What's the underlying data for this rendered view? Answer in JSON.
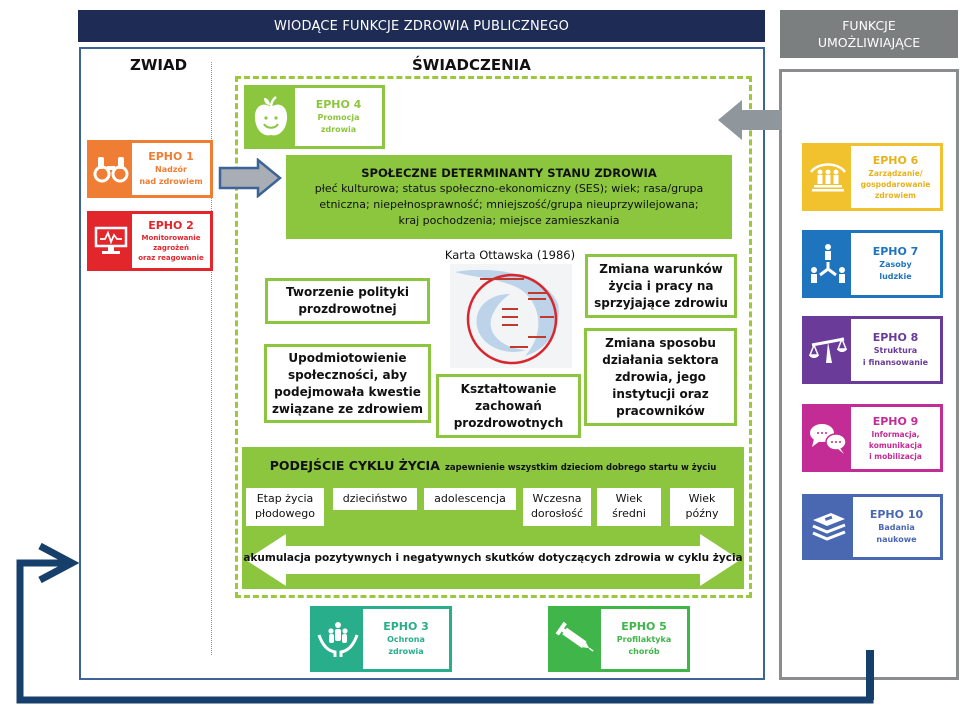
{
  "header": {
    "main_title": "WIODĄCE FUNKCJE ZDROWIA PUBLICZNEGO",
    "side_title_line1": "FUNKCJE",
    "side_title_line2": "UMOŻLIWIAJĄCE"
  },
  "columns": {
    "zwiad": "ZWIAD",
    "swiadczenia": "ŚWIADCZENIA"
  },
  "epho": {
    "e1": {
      "code": "EPHO 1",
      "lines": [
        "Nadzór",
        "nad zdrowiem"
      ],
      "icon": "binoculars-icon",
      "color": "#ef7d33"
    },
    "e2": {
      "code": "EPHO 2",
      "lines": [
        "Monitorowanie",
        "zagrożeń",
        "oraz reagowanie"
      ],
      "icon": "monitor-pulse-icon",
      "color": "#e2262c"
    },
    "e3": {
      "code": "EPHO 3",
      "lines": [
        "Ochrona",
        "zdrowia"
      ],
      "icon": "hands-people-icon",
      "color": "#28ae8a"
    },
    "e4": {
      "code": "EPHO 4",
      "lines": [
        "Promocja",
        "zdrowia"
      ],
      "icon": "smiling-apple-icon",
      "color": "#8cc63f"
    },
    "e5": {
      "code": "EPHO 5",
      "lines": [
        "Profilaktyka",
        "chorób"
      ],
      "icon": "syringe-icon",
      "color": "#3fb54a"
    },
    "e6": {
      "code": "EPHO 6",
      "lines": [
        "Zarządzanie/",
        "gospodarowanie",
        "zdrowiem"
      ],
      "icon": "governance-people-icon",
      "color": "#f2c12e"
    },
    "e7": {
      "code": "EPHO 7",
      "lines": [
        "Zasoby",
        "ludzkie"
      ],
      "icon": "people-network-icon",
      "color": "#1f74be"
    },
    "e8": {
      "code": "EPHO 8",
      "lines": [
        "Struktura",
        "i finansowanie"
      ],
      "icon": "scales-icon",
      "color": "#6a3b98"
    },
    "e9": {
      "code": "EPHO 9",
      "lines": [
        "Informacja,",
        "komunikacja",
        "i mobilizacja"
      ],
      "icon": "speech-bubbles-icon",
      "color": "#c42c95"
    },
    "e10": {
      "code": "EPHO 10",
      "lines": [
        "Badania",
        "naukowe"
      ],
      "icon": "books-stack-icon",
      "color": "#4a67b2"
    }
  },
  "determinants": {
    "title": "SPOŁECZNE DETERMINANTY STANU ZDROWIA",
    "line1": "płeć kulturowa; status społeczno-ekonomiczny (SES); wiek; rasa/grupa",
    "line2": "etniczna; niepełnosprawność; mniejszość/grupa nieuprzywilejowana;",
    "line3": "kraj pochodzenia; miejsce zamieszkania"
  },
  "ottawa": {
    "caption": "Karta Ottawska (1986)",
    "boxes": {
      "policy": [
        "Tworzenie polityki",
        "prozdrowotnej"
      ],
      "empower": [
        "Upodmiotowienie",
        "społeczności, aby",
        "podejmowała kwestie",
        "związane ze zdrowiem"
      ],
      "behaviour": [
        "Kształtowanie",
        "zachowań",
        "prozdrowotnych"
      ],
      "conditions": [
        "Zmiana warunków",
        "życia i pracy na",
        "sprzyjające zdrowiu"
      ],
      "sector": [
        "Zmiana sposobu",
        "działania sektora",
        "zdrowia, jego",
        "instytucji oraz",
        "pracowników"
      ]
    }
  },
  "lifecycle": {
    "title": "PODEJŚCIE CYKLU ŻYCIA",
    "subtitle": "zapewnienie wszystkim dzieciom dobrego startu w życiu",
    "stages": [
      [
        "Etap życia",
        "płodowego"
      ],
      [
        "dzieciństwo"
      ],
      [
        "adolescencja"
      ],
      [
        "Wczesna",
        "dorosłość"
      ],
      [
        "Wiek",
        "średni"
      ],
      [
        "Wiek",
        "późny"
      ]
    ],
    "arrow_text": "akumulacja pozytywnych i negatywnych skutków dotyczących zdrowia w cyklu życia"
  },
  "colors": {
    "navy": "#1e2c55",
    "frame_blue": "#3c6496",
    "loop_blue": "#173f6b",
    "gray": "#7b7f80",
    "green": "#8cc63f"
  }
}
